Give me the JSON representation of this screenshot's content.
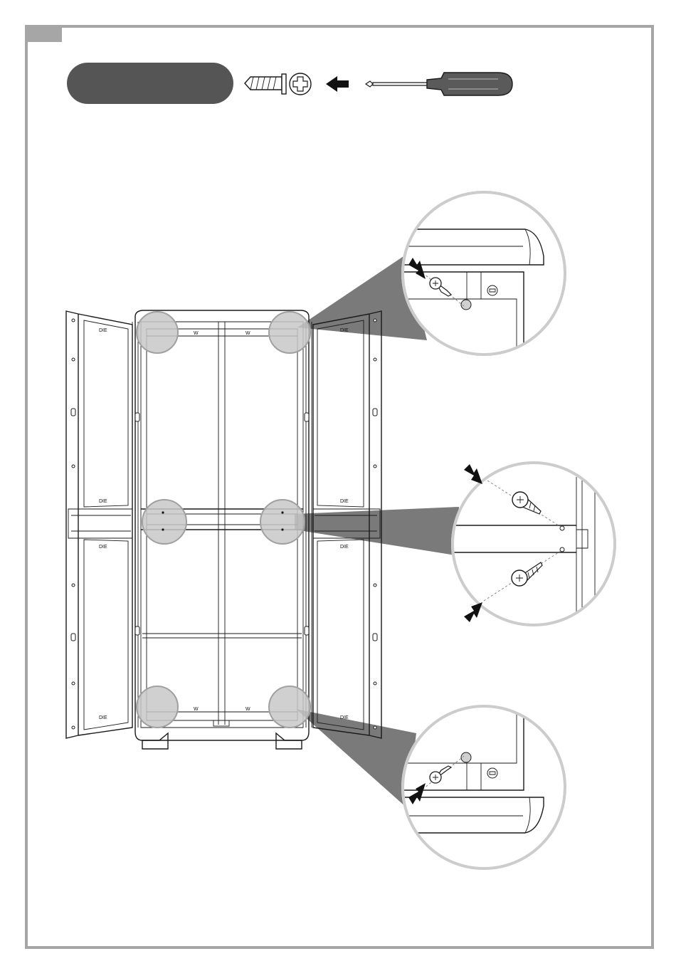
{
  "manual_step": {
    "step_tab_label": "",
    "step_pill_label": "",
    "hardware": [
      "screw-icon",
      "screwdriver-icon"
    ],
    "direction_arrow": "arrow-left-icon",
    "colors": {
      "frame": "#a6a6a6",
      "pill": "#555555",
      "callout": "#7a7a7a",
      "highlight": "#cccccc"
    }
  },
  "cabinet": {
    "door_marks": [
      "DIE",
      "DIE",
      "DIE",
      "DIE",
      "DIE",
      "DIE",
      "DIE",
      "DIE"
    ]
  },
  "callouts": [
    "detail-top-right",
    "detail-middle-right",
    "detail-bottom-right"
  ]
}
